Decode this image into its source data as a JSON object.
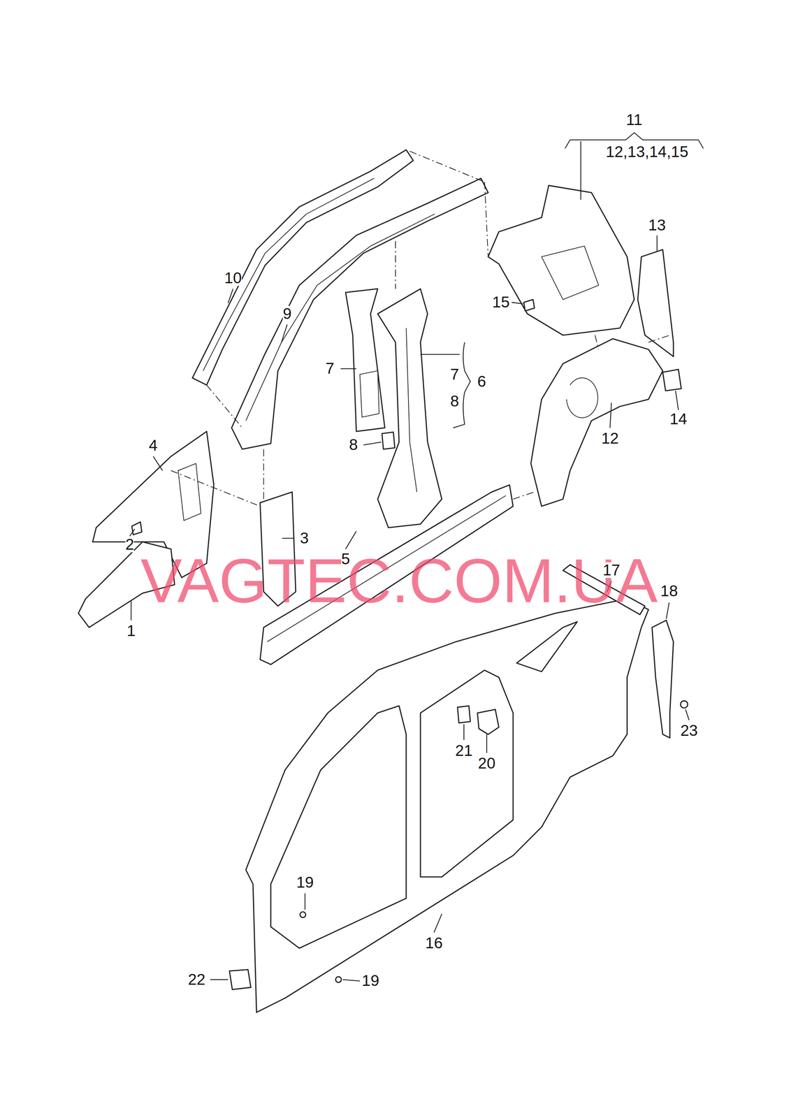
{
  "diagram": {
    "labels": [
      "11",
      "12,13,14,15",
      "13",
      "15",
      "10",
      "9",
      "7",
      "7",
      "6",
      "8",
      "8",
      "12",
      "14",
      "4",
      "3",
      "2",
      "5",
      "17",
      "18",
      "1",
      "23",
      "21",
      "20",
      "19",
      "16",
      "22",
      "19",
      "VAGTEC.COM.UA"
    ]
  }
}
